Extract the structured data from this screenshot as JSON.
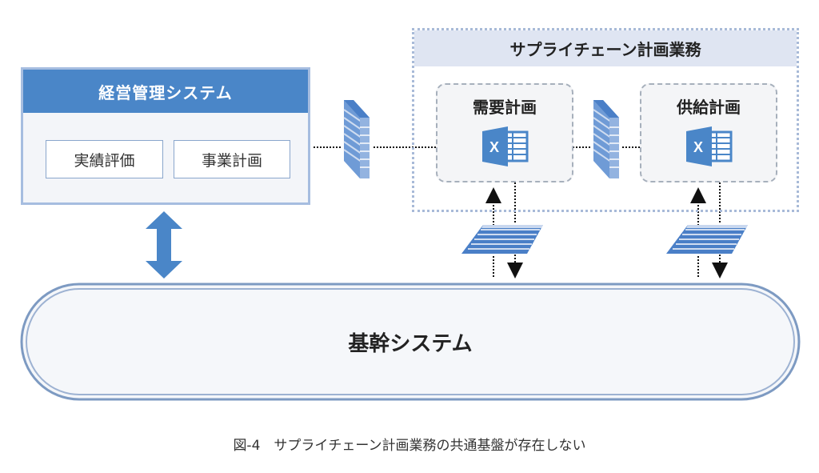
{
  "management_system": {
    "title": "経営管理システム",
    "modules": [
      {
        "label": "実績評価"
      },
      {
        "label": "事業計画"
      }
    ]
  },
  "supply_chain_planning": {
    "title": "サプライチェーン計画業務",
    "plans": [
      {
        "label": "需要計画",
        "icon": "excel-icon"
      },
      {
        "label": "供給計画",
        "icon": "excel-icon"
      }
    ]
  },
  "core_system": {
    "label": "基幹システム"
  },
  "connectors": {
    "firewall_icon": "firewall-icon",
    "interface_icon": "data-interface-icon",
    "bidirectional_arrow": "double-arrow-icon"
  },
  "colors": {
    "primary_blue": "#4a86c8",
    "light_blue": "#a6bde0",
    "header_band": "#dfe5f2",
    "box_background": "#f3f5f9"
  },
  "caption": "図-4　サプライチェーン計画業務の共通基盤が存在しない"
}
